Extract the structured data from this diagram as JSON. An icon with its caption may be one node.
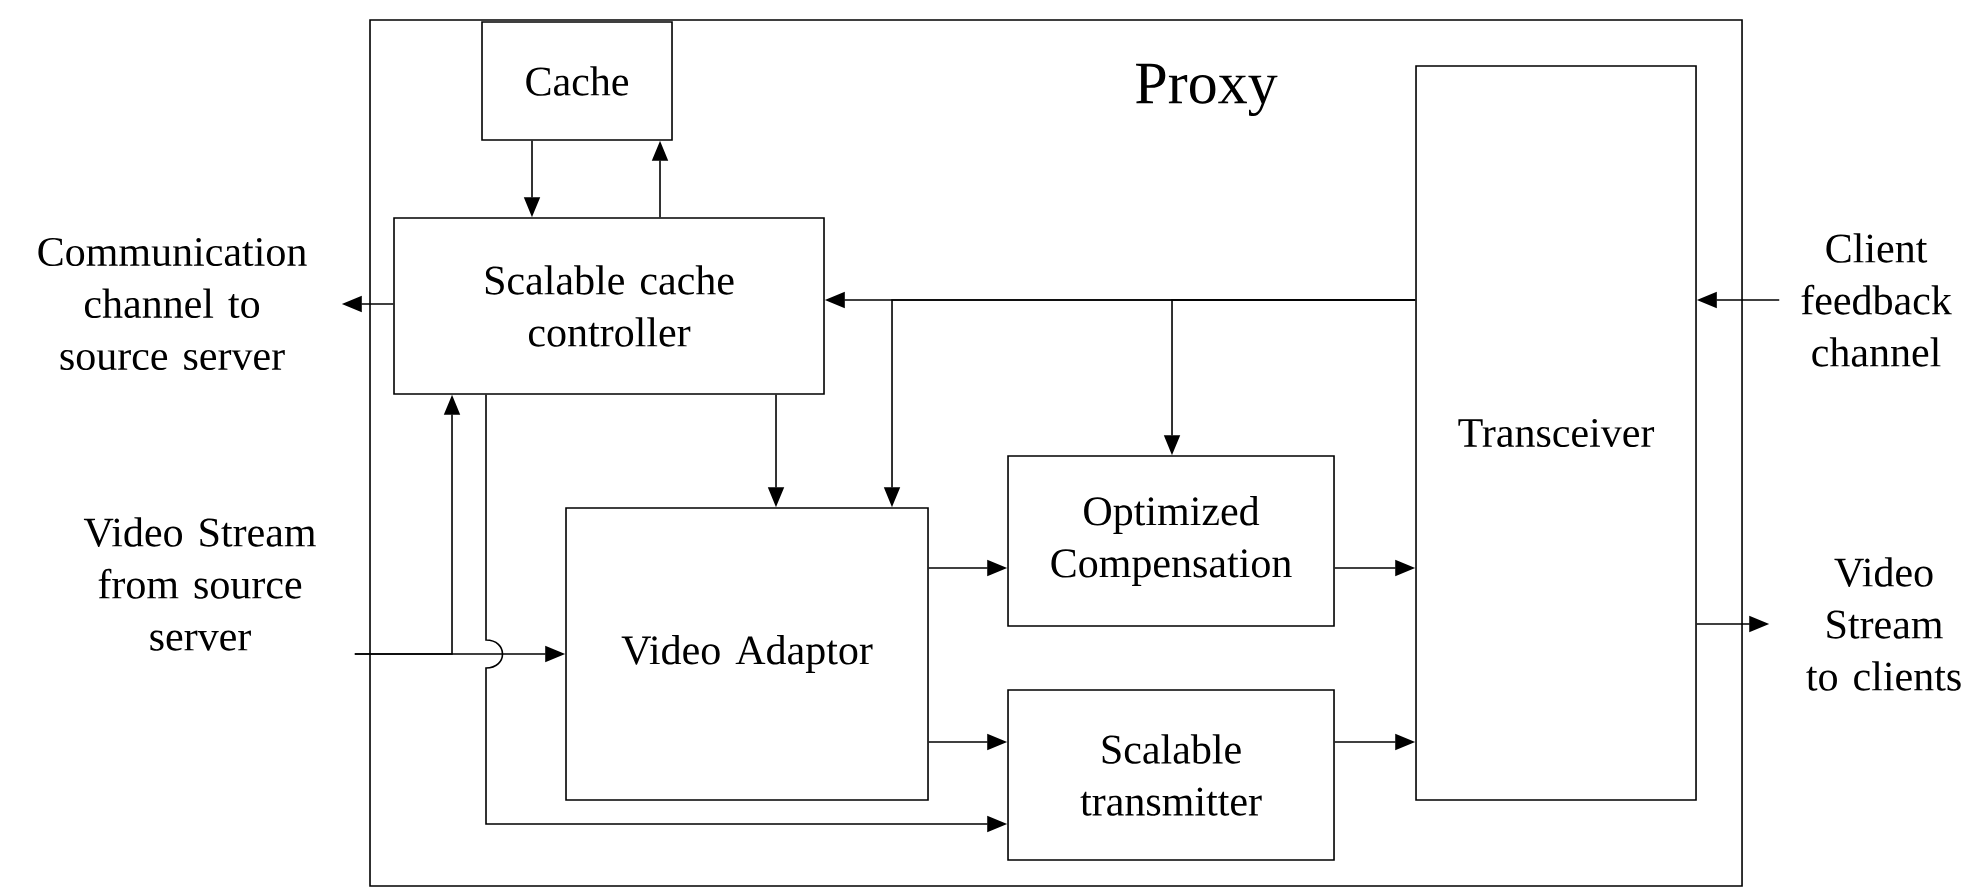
{
  "diagram": {
    "nodes": [
      {
        "text": [
          "Proxy"
        ]
      },
      {
        "text": [
          "Cache"
        ],
        "in": 0
      },
      {
        "text": [
          "Scalable cache controller"
        ],
        "in": 0
      },
      {
        "text": [
          "Transceiver"
        ],
        "in": 0
      },
      {
        "text": [
          "Communication channel to source server"
        ]
      },
      {
        "text": [
          "Video Stream from source server"
        ]
      },
      {
        "text": [
          "Video Adaptor"
        ],
        "in": 0
      },
      {
        "text": [
          "Optimized Compensation"
        ],
        "in": 0
      },
      {
        "text": [
          "Scalable transmitter"
        ],
        "in": 0
      },
      {
        "text": [
          "Client feedback channel"
        ]
      },
      {
        "text": [
          "Video Stream to clients"
        ]
      }
    ],
    "edges": [
      {
        "from": 1,
        "to": 2,
        "arrow": "to"
      },
      {
        "from": 2,
        "to": 1,
        "arrow": "to"
      },
      {
        "from": 2,
        "to": 4,
        "arrow": "to"
      },
      {
        "from": 3,
        "to": 2,
        "arrow": "to"
      },
      {
        "from": 3,
        "to": 6,
        "arrow": "to"
      },
      {
        "from": 3,
        "to": 7,
        "arrow": "to"
      },
      {
        "from": 2,
        "to": 6,
        "arrow": "to"
      },
      {
        "from": 5,
        "to": 6,
        "arrow": "to"
      },
      {
        "from": 5,
        "to": 2,
        "arrow": "to"
      },
      {
        "from": 2,
        "to": 8,
        "arrow": "to"
      },
      {
        "from": 6,
        "to": 7,
        "arrow": "to"
      },
      {
        "from": 6,
        "to": 8,
        "arrow": "to"
      },
      {
        "from": 7,
        "to": 3,
        "arrow": "to"
      },
      {
        "from": 8,
        "to": 3,
        "arrow": "to"
      },
      {
        "from": 9,
        "to": 3,
        "arrow": "to"
      },
      {
        "from": 3,
        "to": 10,
        "arrow": "to"
      }
    ]
  }
}
